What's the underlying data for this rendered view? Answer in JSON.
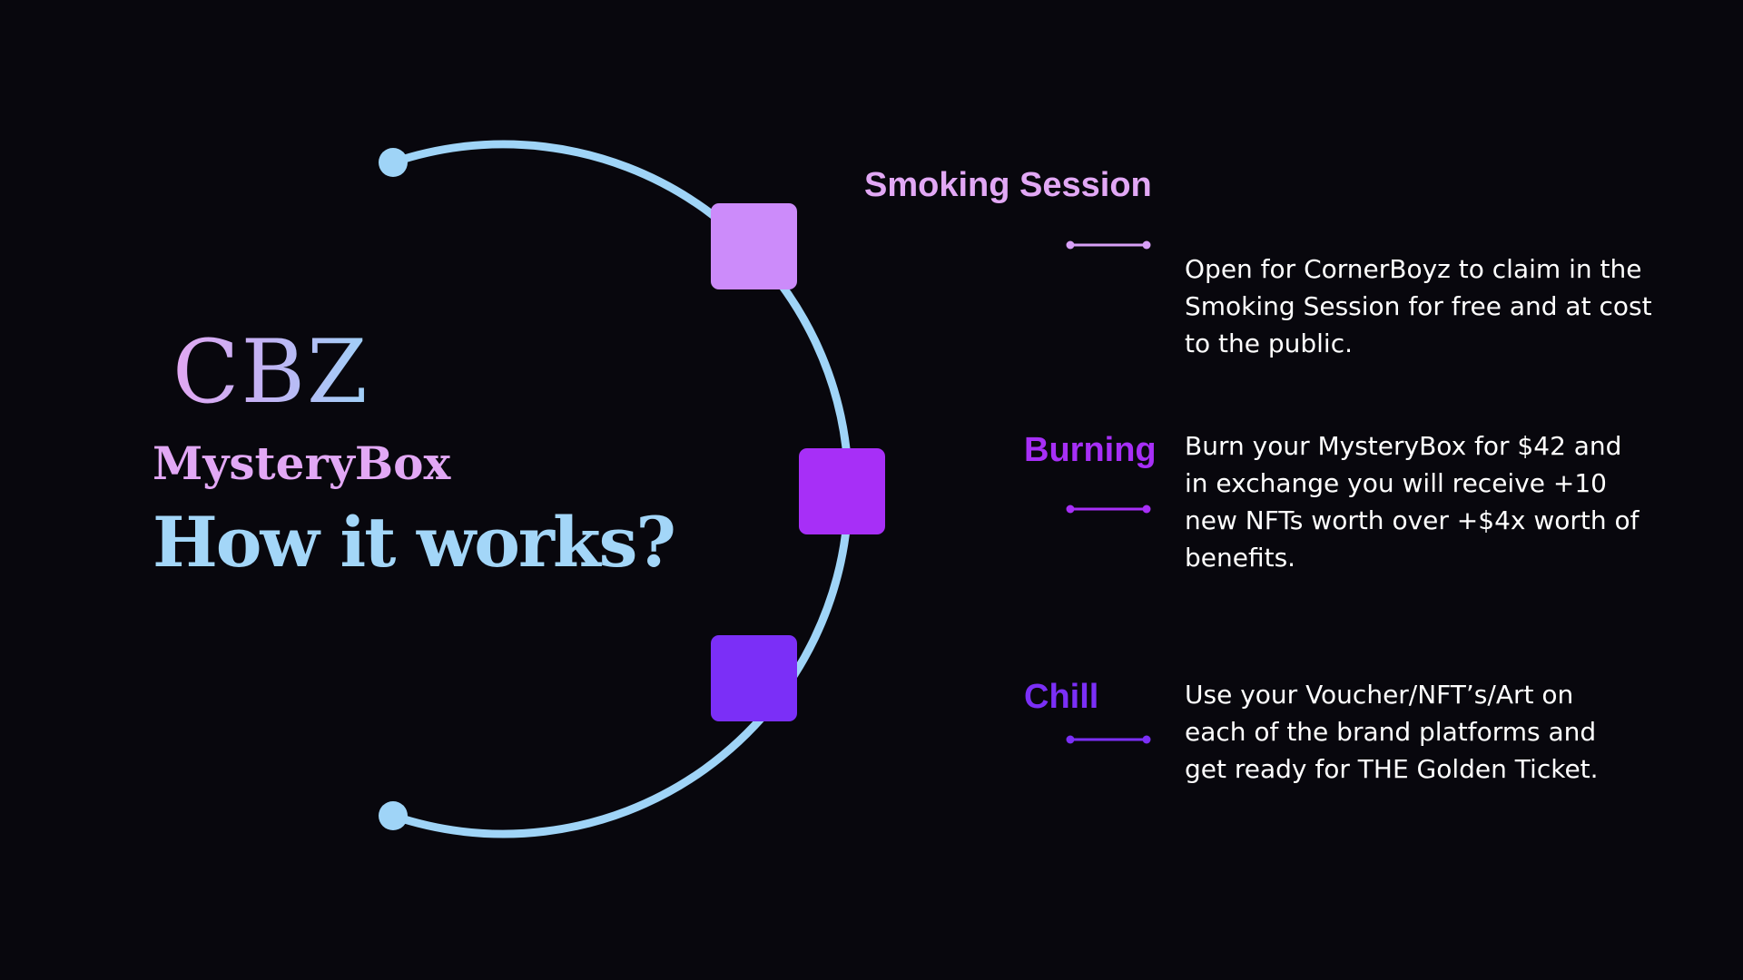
{
  "brand": "CBZ",
  "subtitle": "MysteryBox",
  "headline": "How it works?",
  "colors": {
    "background": "#08070d",
    "arc": "#9fd4f7",
    "step_1": "#cc8bfa",
    "step_2": "#a72ff7",
    "step_3": "#7b2ff7"
  },
  "steps": [
    {
      "title": "Smoking Session",
      "description": "Open for CornerBoyz to claim in the Smoking Session for free and at cost to the public."
    },
    {
      "title": "Burning",
      "description": "Burn your MysteryBox for $42 and in exchange you will receive +10 new NFTs worth over +$4x worth of benefits."
    },
    {
      "title": "Chill",
      "description": "Use your Voucher/NFT’s/Art on each of the brand platforms and get ready for THE Golden Ticket."
    }
  ]
}
